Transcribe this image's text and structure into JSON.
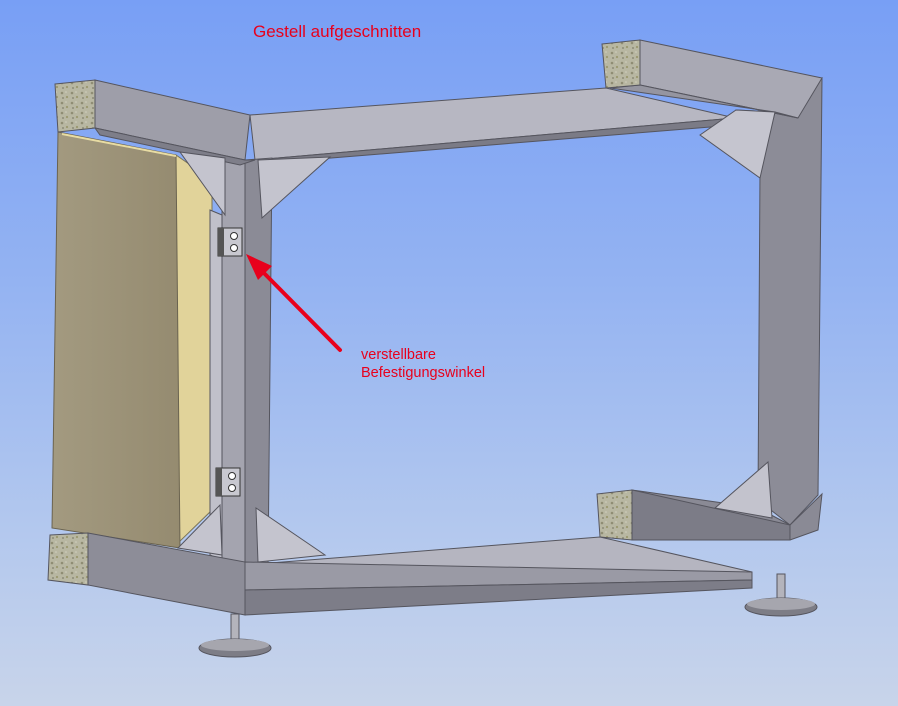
{
  "title": "Gestell aufgeschnitten",
  "annotation": {
    "line1": "verstellbare",
    "line2": "Befestigungswinkel"
  },
  "colors": {
    "annotation_red": "#e8001c",
    "frame_top": "#b9b9c4",
    "frame_side": "#8e8e98",
    "frame_dark": "#6c6c76",
    "panel": "#9a9076",
    "panel_edge": "#e3d598",
    "concrete": "#b6b49c"
  }
}
